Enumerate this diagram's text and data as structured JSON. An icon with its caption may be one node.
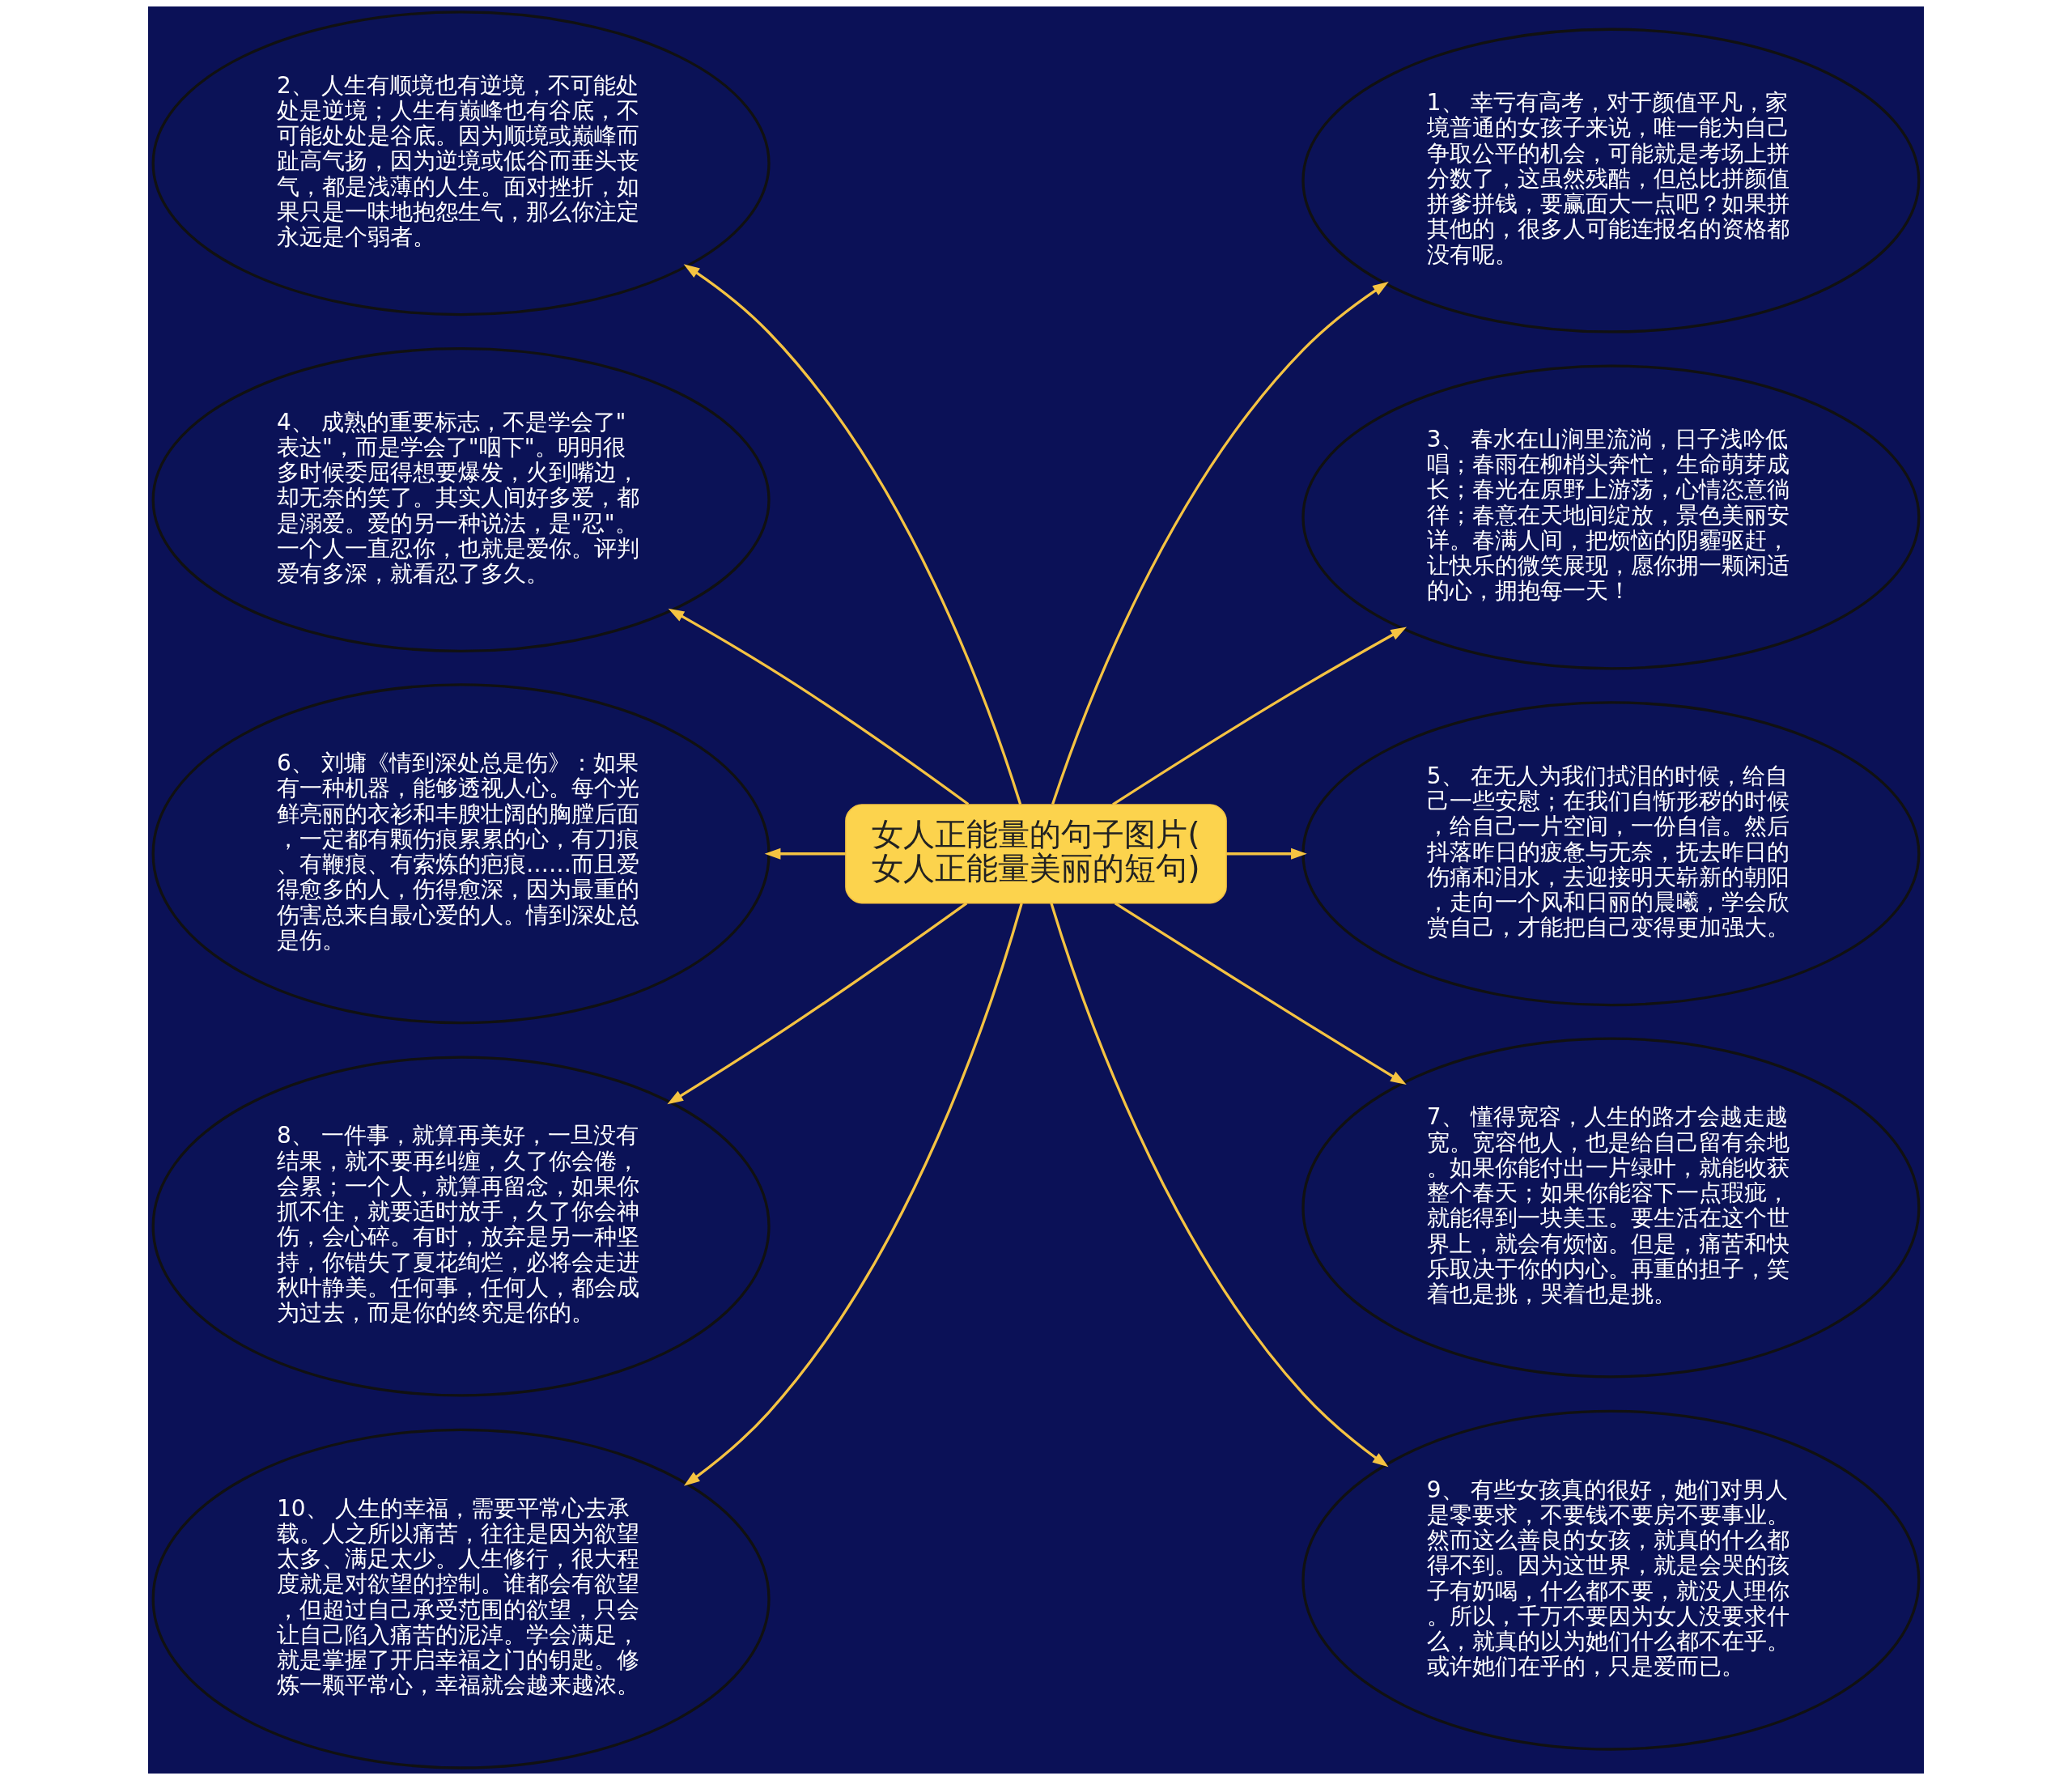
{
  "diagram": {
    "nodes": [
      {
        "text": [
          "女人正能量的句子图片(女人正能量美丽的短句)"
        ]
      },
      {
        "text": [
          "1、 幸亏有高考，对于颜值平凡，家境普通的女孩子来说，唯一能为自己争取公平的机会，可能就是考场上拼分数了，这虽然残酷，但总比拼颜值拼爹拼钱，要赢面大一点吧？如果拼其他的，很多人可能连报名的资格都没有呢。"
        ]
      },
      {
        "text": [
          "2、 人生有顺境也有逆境，不可能处处是逆境；人生有巅峰也有谷底，不可能处处是谷底。因为顺境或巅峰而趾高气扬，因为逆境或低谷而垂头丧气，都是浅薄的人生。面对挫折，如果只是一味地抱怨生气，那么你注定永远是个弱者。"
        ]
      },
      {
        "text": [
          "3、 春水在山涧里流淌，日子浅吟低唱；春雨在柳梢头奔忙，生命萌芽成长；春光在原野上游荡，心情恣意徜徉；春意在天地间绽放，景色美丽安详。春满人间，把烦恼的阴霾驱赶，让快乐的微笑展现，愿你拥一颗闲适的心，拥抱每一天！"
        ]
      },
      {
        "text": [
          "4、 成熟的重要标志，不是学会了\"表达\"，而是学会了\"咽下\"。明明很多时候委屈得想要爆发，火到嘴边，却无奈的笑了。其实人间好多爱，都是溺爱。爱的另一种说法，是\"忍\"。一个人一直忍你，也就是爱你。评判爱有多深，就看忍了多久。"
        ]
      },
      {
        "text": [
          "5、 在无人为我们拭泪的时候，给自己一些安慰；在我们自惭形秽的时候，给自己一片空间，一份自信。然后抖落昨日的疲惫与无奈，抚去昨日的伤痛和泪水，去迎接明天崭新的朝阳，走向一个风和日丽的晨曦，学会欣赏自己，才能把自己变得更加强大。"
        ]
      },
      {
        "text": [
          "6、 刘墉《情到深处总是伤》：如果有一种机器，能够透视人心。每个光鲜亮丽的衣衫和丰腴壮阔的胸膛后面，一定都有颗伤痕累累的心，有刀痕、有鞭痕、有索炼的疤痕……而且爱得愈多的人，伤得愈深，因为最重的伤害总来自最心爱的人。情到深处总是伤。"
        ]
      },
      {
        "text": [
          "7、 懂得宽容，人生的路才会越走越宽。宽容他人，也是给自己留有余地。如果你能付出一片绿叶，就能收获整个春天；如果你能容下一点瑕疵，就能得到一块美玉。要生活在这个世界上，就会有烦恼。但是，痛苦和快乐取决于你的内心。再重的担子，笑着也是挑，哭着也是挑。"
        ]
      },
      {
        "text": [
          "8、 一件事，就算再美好，一旦没有结果，就不要再纠缠，久了你会倦，会累；一个人，就算再留念，如果你抓不住，就要适时放手，久了你会神伤，会心碎。有时，放弃是另一种坚持，你错失了夏花绚烂，必将会走进秋叶静美。任何事，任何人，都会成为过去，而是你的终究是你的。"
        ]
      },
      {
        "text": [
          "9、 有些女孩真的很好，她们对男人是零要求，不要钱不要房不要事业。然而这么善良的女孩，就真的什么都得不到。因为这世界，就是会哭的孩子有奶喝，什么都不要，就没人理你。所以，千万不要因为女人没要求什么，就真的以为她们什么都不在乎。或许她们在乎的，只是爱而已。"
        ]
      },
      {
        "text": [
          "10、 人生的幸福，需要平常心去承载。人之所以痛苦，往往是因为欲望太多、满足太少。人生修行，很大程度就是对欲望的控制。谁都会有欲望，但超过自己承受范围的欲望，只会让自己陷入痛苦的泥淖。学会满足，就是掌握了开启幸福之门的钥匙。修炼一颗平常心，幸福就会越来越浓。"
        ]
      }
    ],
    "edges": [
      {
        "from": 0,
        "to": 1,
        "arrow": "to"
      },
      {
        "from": 0,
        "to": 2,
        "arrow": "to"
      },
      {
        "from": 0,
        "to": 3,
        "arrow": "to"
      },
      {
        "from": 0,
        "to": 4,
        "arrow": "to"
      },
      {
        "from": 0,
        "to": 5,
        "arrow": "to"
      },
      {
        "from": 0,
        "to": 6,
        "arrow": "to"
      },
      {
        "from": 0,
        "to": 7,
        "arrow": "to"
      },
      {
        "from": 0,
        "to": 8,
        "arrow": "to"
      },
      {
        "from": 0,
        "to": 9,
        "arrow": "to"
      },
      {
        "from": 0,
        "to": 10,
        "arrow": "to"
      }
    ]
  }
}
